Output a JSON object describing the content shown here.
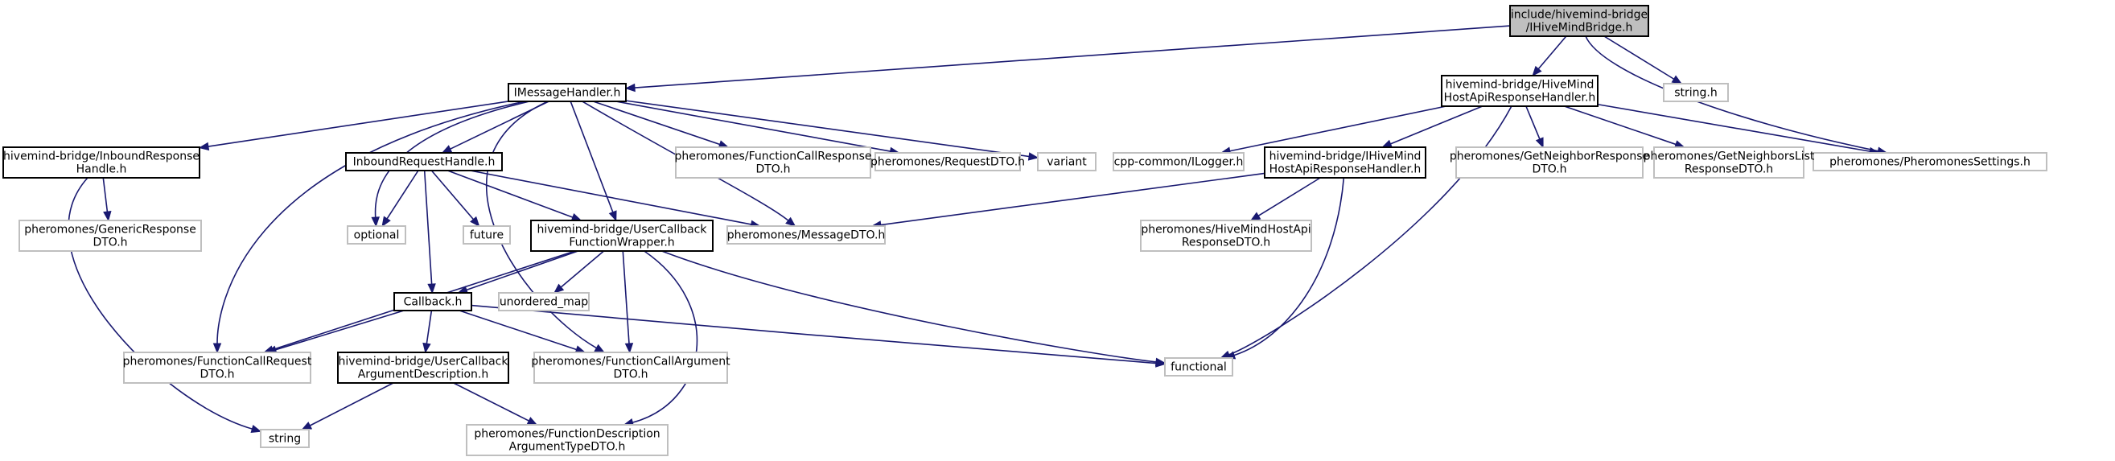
{
  "diagram": {
    "colors": {
      "edge": "#191970",
      "root_fill": "#bfbfbf",
      "root_border": "#000000",
      "node_border": "#000000",
      "external_border": "#bfbfbf",
      "background": "#ffffff"
    },
    "nodes": [
      {
        "id": "root",
        "kind": "root",
        "lines": [
          "include/hivemind-bridge",
          "/IHiveMindBridge.h"
        ]
      },
      {
        "id": "imessage",
        "kind": "internal",
        "lines": [
          "IMessageHandler.h"
        ]
      },
      {
        "id": "hostapihandler",
        "kind": "internal",
        "lines": [
          "hivemind-bridge/HiveMind",
          "HostApiResponseHandler.h"
        ]
      },
      {
        "id": "string_h",
        "kind": "external",
        "lines": [
          "string.h"
        ]
      },
      {
        "id": "pheroset",
        "kind": "external",
        "lines": [
          "pheromones/PheromonesSettings.h"
        ]
      },
      {
        "id": "inboundresp",
        "kind": "internal",
        "lines": [
          "hivemind-bridge/InboundResponse",
          "Handle.h"
        ]
      },
      {
        "id": "inboundreq",
        "kind": "internal",
        "lines": [
          "InboundRequestHandle.h"
        ]
      },
      {
        "id": "fcrespdto",
        "kind": "external",
        "lines": [
          "pheromones/FunctionCallResponse",
          "DTO.h"
        ]
      },
      {
        "id": "reqdto",
        "kind": "external",
        "lines": [
          "pheromones/RequestDTO.h"
        ]
      },
      {
        "id": "variant",
        "kind": "external",
        "lines": [
          "variant"
        ]
      },
      {
        "id": "ilogger",
        "kind": "external",
        "lines": [
          "cpp-common/ILogger.h"
        ]
      },
      {
        "id": "ihostapihandler",
        "kind": "internal",
        "lines": [
          "hivemind-bridge/IHiveMind",
          "HostApiResponseHandler.h"
        ]
      },
      {
        "id": "getneighbor",
        "kind": "external",
        "lines": [
          "pheromones/GetNeighborResponse",
          "DTO.h"
        ]
      },
      {
        "id": "getneighborslist",
        "kind": "external",
        "lines": [
          "pheromones/GetNeighborsList",
          "ResponseDTO.h"
        ]
      },
      {
        "id": "genericresp",
        "kind": "external",
        "lines": [
          "pheromones/GenericResponse",
          "DTO.h"
        ]
      },
      {
        "id": "optional",
        "kind": "external",
        "lines": [
          "optional"
        ]
      },
      {
        "id": "future",
        "kind": "external",
        "lines": [
          "future"
        ]
      },
      {
        "id": "usercbwrapper",
        "kind": "internal",
        "lines": [
          "hivemind-bridge/UserCallback",
          "FunctionWrapper.h"
        ]
      },
      {
        "id": "messagedto",
        "kind": "external",
        "lines": [
          "pheromones/MessageDTO.h"
        ]
      },
      {
        "id": "hostapirespdto",
        "kind": "external",
        "lines": [
          "pheromones/HiveMindHostApi",
          "ResponseDTO.h"
        ]
      },
      {
        "id": "callback",
        "kind": "internal",
        "lines": [
          "Callback.h"
        ]
      },
      {
        "id": "unorderedmap",
        "kind": "external",
        "lines": [
          "unordered_map"
        ]
      },
      {
        "id": "fcreqdto",
        "kind": "external",
        "lines": [
          "pheromones/FunctionCallRequest",
          "DTO.h"
        ]
      },
      {
        "id": "usercbargdesc",
        "kind": "internal",
        "lines": [
          "hivemind-bridge/UserCallback",
          "ArgumentDescription.h"
        ]
      },
      {
        "id": "fcargdto",
        "kind": "external",
        "lines": [
          "pheromones/FunctionCallArgument",
          "DTO.h"
        ]
      },
      {
        "id": "functional",
        "kind": "external",
        "lines": [
          "functional"
        ]
      },
      {
        "id": "string",
        "kind": "external",
        "lines": [
          "string"
        ]
      },
      {
        "id": "fdescargtype",
        "kind": "external",
        "lines": [
          "pheromones/FunctionDescription",
          "ArgumentTypeDTO.h"
        ]
      }
    ],
    "edges": [
      {
        "from": "root",
        "to": "imessage"
      },
      {
        "from": "root",
        "to": "hostapihandler"
      },
      {
        "from": "root",
        "to": "string_h"
      },
      {
        "from": "root",
        "to": "pheroset"
      },
      {
        "from": "imessage",
        "to": "inboundresp"
      },
      {
        "from": "imessage",
        "to": "inboundreq"
      },
      {
        "from": "imessage",
        "to": "fcrespdto"
      },
      {
        "from": "imessage",
        "to": "reqdto"
      },
      {
        "from": "imessage",
        "to": "variant"
      },
      {
        "from": "imessage",
        "to": "optional"
      },
      {
        "from": "imessage",
        "to": "usercbwrapper"
      },
      {
        "from": "imessage",
        "to": "messagedto"
      },
      {
        "from": "imessage",
        "to": "fcreqdto"
      },
      {
        "from": "imessage",
        "to": "fcargdto"
      },
      {
        "from": "hostapihandler",
        "to": "ilogger"
      },
      {
        "from": "hostapihandler",
        "to": "ihostapihandler"
      },
      {
        "from": "hostapihandler",
        "to": "getneighbor"
      },
      {
        "from": "hostapihandler",
        "to": "getneighborslist"
      },
      {
        "from": "hostapihandler",
        "to": "pheroset"
      },
      {
        "from": "hostapihandler",
        "to": "functional"
      },
      {
        "from": "inboundresp",
        "to": "genericresp"
      },
      {
        "from": "inboundresp",
        "to": "string"
      },
      {
        "from": "inboundreq",
        "to": "optional"
      },
      {
        "from": "inboundreq",
        "to": "future"
      },
      {
        "from": "inboundreq",
        "to": "usercbwrapper"
      },
      {
        "from": "inboundreq",
        "to": "messagedto"
      },
      {
        "from": "inboundreq",
        "to": "callback"
      },
      {
        "from": "ihostapihandler",
        "to": "messagedto"
      },
      {
        "from": "ihostapihandler",
        "to": "hostapirespdto"
      },
      {
        "from": "ihostapihandler",
        "to": "functional"
      },
      {
        "from": "usercbwrapper",
        "to": "callback"
      },
      {
        "from": "usercbwrapper",
        "to": "unorderedmap"
      },
      {
        "from": "usercbwrapper",
        "to": "fcreqdto"
      },
      {
        "from": "usercbwrapper",
        "to": "fcargdto"
      },
      {
        "from": "usercbwrapper",
        "to": "functional"
      },
      {
        "from": "usercbwrapper",
        "to": "fdescargtype"
      },
      {
        "from": "callback",
        "to": "fcreqdto"
      },
      {
        "from": "callback",
        "to": "usercbargdesc"
      },
      {
        "from": "callback",
        "to": "fcargdto"
      },
      {
        "from": "callback",
        "to": "functional"
      },
      {
        "from": "usercbargdesc",
        "to": "string"
      },
      {
        "from": "usercbargdesc",
        "to": "fdescargtype"
      }
    ]
  }
}
